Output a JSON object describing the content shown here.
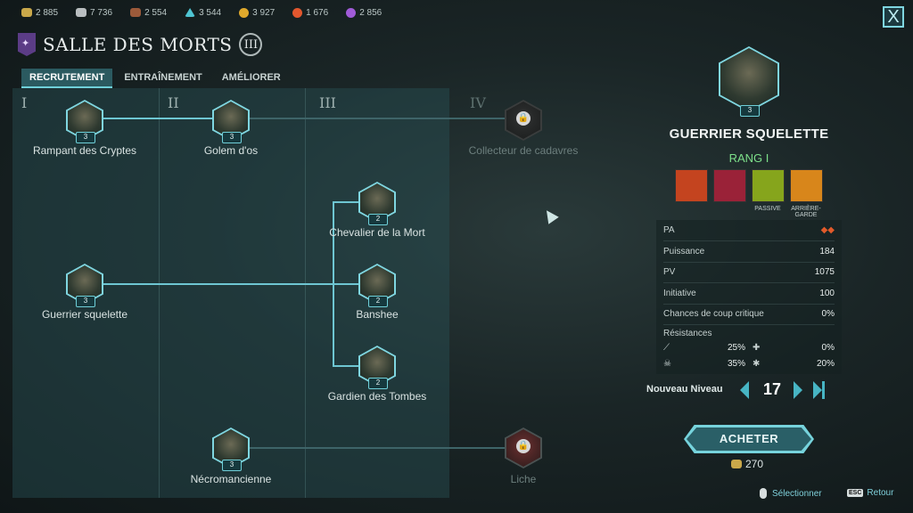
{
  "resources": [
    {
      "icon": "gold-pile-icon",
      "value": "2 885",
      "color": "#c9a84a"
    },
    {
      "icon": "iron-ingot-icon",
      "value": "7 736",
      "color": "#b9bec0"
    },
    {
      "icon": "wood-planks-icon",
      "value": "2 554",
      "color": "#9c5a3a"
    },
    {
      "icon": "crystal-icon",
      "value": "3 544",
      "color": "#4fc5d3"
    },
    {
      "icon": "coin-icon",
      "value": "3 927",
      "color": "#e0a92c"
    },
    {
      "icon": "fire-orb-icon",
      "value": "1 676",
      "color": "#e2572e"
    },
    {
      "icon": "arcane-orb-icon",
      "value": "2 856",
      "color": "#a05bd8"
    }
  ],
  "close_label": "X",
  "header": {
    "title": "SALLE DES MORTS",
    "rank": "III"
  },
  "tabs": [
    {
      "label": "RECRUTEMENT",
      "active": true
    },
    {
      "label": "ENTRAÎNEMENT",
      "active": false
    },
    {
      "label": "AMÉLIORER",
      "active": false
    }
  ],
  "tiers": [
    "I",
    "II",
    "III",
    "IV"
  ],
  "units": [
    {
      "name": "Rampant des Cryptes",
      "tier": "3",
      "locked": false
    },
    {
      "name": "Golem d'os",
      "tier": "3",
      "locked": false
    },
    {
      "name": "Collecteur de cadavres",
      "tier": "",
      "locked": true
    },
    {
      "name": "Chevalier de la Mort",
      "tier": "2",
      "locked": false
    },
    {
      "name": "Guerrier squelette",
      "tier": "3",
      "locked": false
    },
    {
      "name": "Banshee",
      "tier": "2",
      "locked": false
    },
    {
      "name": "Gardien des Tombes",
      "tier": "2",
      "locked": false
    },
    {
      "name": "Nécromancienne",
      "tier": "3",
      "locked": false
    },
    {
      "name": "Liche",
      "tier": "",
      "locked": true
    }
  ],
  "selected": {
    "name": "GUERRIER SQUELETTE",
    "tier": "3",
    "rank": "RANG I",
    "abilities": [
      {
        "icon": "strike-ability-icon",
        "label": "",
        "color": "#c4441f"
      },
      {
        "icon": "skull-ability-icon",
        "label": "",
        "color": "#9a2238"
      },
      {
        "icon": "passive-ability-icon",
        "label": "PASSIVE",
        "color": "#86a51c"
      },
      {
        "icon": "rearguard-ability-icon",
        "label": "ARRIÈRE-GARDE",
        "color": "#d8861b"
      }
    ],
    "stats": [
      {
        "label": "PA",
        "value": "◆◆"
      },
      {
        "label": "Puissance",
        "value": "184"
      },
      {
        "label": "PV",
        "value": "1075"
      },
      {
        "label": "Initiative",
        "value": "100"
      },
      {
        "label": "Chances de coup critique",
        "value": "0%"
      }
    ],
    "resistances_label": "Résistances",
    "resistances": [
      {
        "icon": "sword-icon",
        "value": "25%"
      },
      {
        "icon": "cross-icon",
        "value": "0%"
      },
      {
        "icon": "skull-icon",
        "value": "35%"
      },
      {
        "icon": "claw-icon",
        "value": "20%"
      }
    ],
    "level_label": "Nouveau Niveau",
    "level": "17",
    "buy_label": "ACHETER",
    "cost": "270"
  },
  "footer": {
    "select_label": "Sélectionner",
    "back_key": "ESC",
    "back_label": "Retour"
  }
}
